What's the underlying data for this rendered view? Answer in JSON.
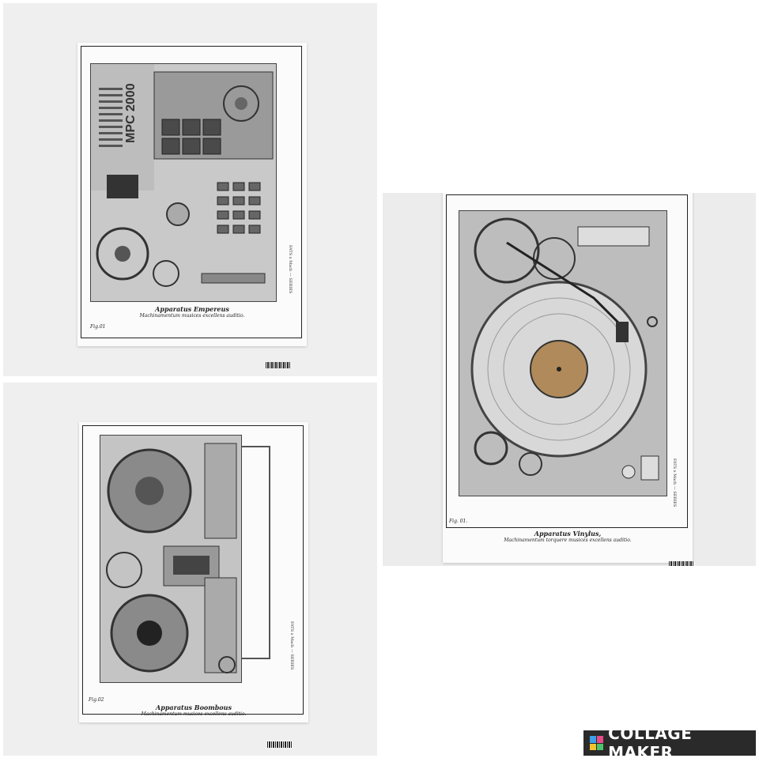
{
  "prints": [
    {
      "title": "Apparatus Empereus",
      "subtitle": "Machinamentum musices excellens auditio.",
      "fig": "Fig.01",
      "side": "FATS x Mach — SERIES",
      "device_text": "MPC 2000"
    },
    {
      "title": "Apparatus Boombous",
      "subtitle": "Machinamentum musices excellens auditio.",
      "fig": "Fig.02",
      "side": "FATS x Mach — SERIES"
    },
    {
      "title": "Apparatus Vinylus,",
      "subtitle": "Machinamentum torquere musices excellens auditio.",
      "fig": "Fig. 01.",
      "side": "FATS x Mach — SERIES"
    }
  ],
  "branding": {
    "label": "COLLAGE MAKER"
  }
}
